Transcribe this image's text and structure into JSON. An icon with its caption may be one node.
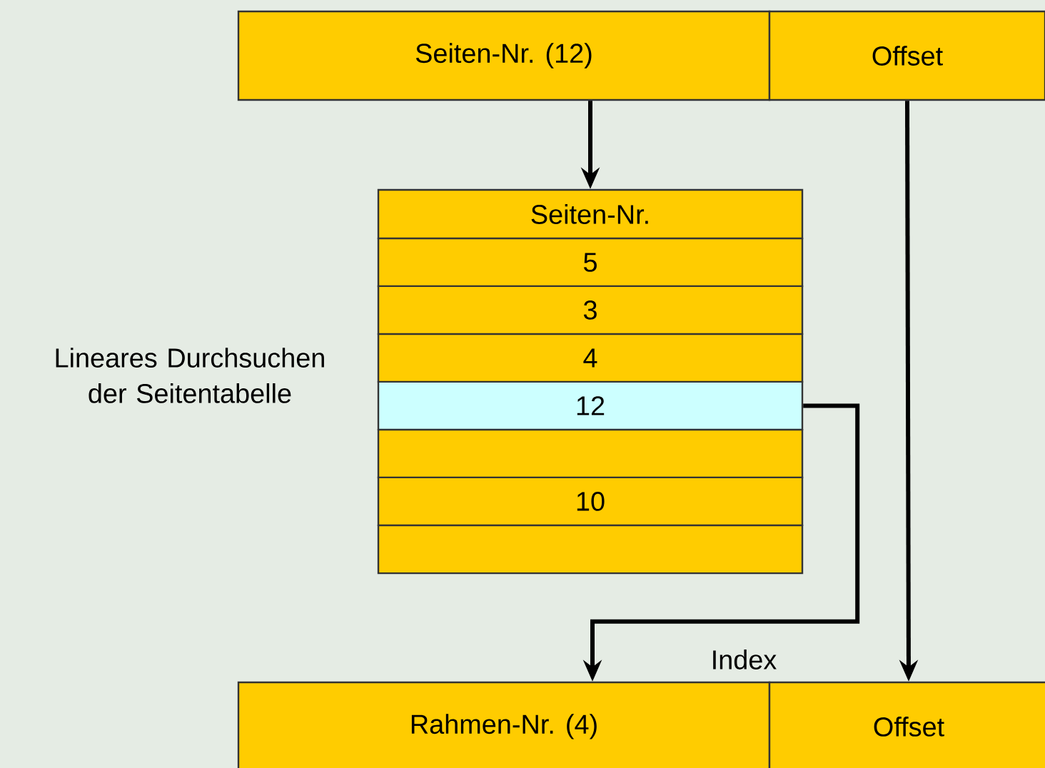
{
  "diagram": {
    "nodes": [
      {
        "text": [
          "Seiten-Nr. (12)"
        ]
      },
      {
        "text": [
          "Offset"
        ]
      },
      {
        "text": [
          "Seiten-Nr."
        ]
      },
      {
        "text": [
          "5"
        ]
      },
      {
        "text": [
          "3"
        ]
      },
      {
        "text": [
          "4"
        ]
      },
      {
        "text": [
          "12"
        ]
      },
      {
        "text": [],
        "shape": "box"
      },
      {
        "text": [
          "10"
        ]
      },
      {
        "text": [],
        "shape": "box"
      },
      {
        "text": [
          "Rahmen-Nr. (4)"
        ]
      },
      {
        "text": [
          "Offset"
        ]
      }
    ],
    "edges": [
      {
        "from": 0,
        "to": 2,
        "arrow": "to"
      },
      {
        "from": 6,
        "to": 10,
        "arrow": "to",
        "label": "Index"
      },
      {
        "from": 1,
        "to": 11,
        "arrow": "to"
      }
    ],
    "labels": [
      "Lineares Durchsuchen der Seitentabelle"
    ]
  }
}
